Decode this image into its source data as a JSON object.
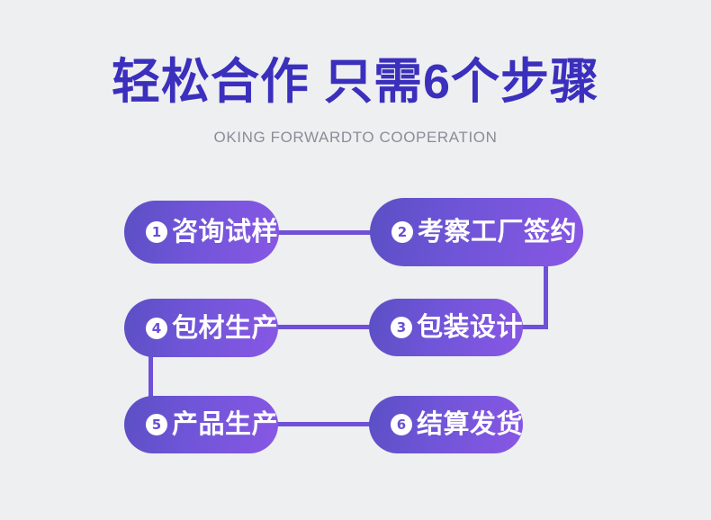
{
  "header": {
    "title": "轻松合作 只需6个步骤",
    "subtitle": "OKING FORWARDTO COOPERATION",
    "title_color": "#3b2fbd",
    "subtitle_color": "#8b8d96"
  },
  "theme": {
    "background": "#eeeff1",
    "pill_gradient_start": "#5b4fc4",
    "pill_gradient_end": "#8857e4",
    "connector_color": "#6e51d6",
    "number_badge_bg": "#ffffff",
    "number_badge_text": "#6b4fd3"
  },
  "steps": [
    {
      "number": "1",
      "label": "咨询试样"
    },
    {
      "number": "2",
      "label": "考察工厂签约"
    },
    {
      "number": "3",
      "label": "包装设计"
    },
    {
      "number": "4",
      "label": "包材生产"
    },
    {
      "number": "5",
      "label": "产品生产"
    },
    {
      "number": "6",
      "label": "结算发货"
    }
  ],
  "connectors": [
    {
      "from": "1",
      "to": "2",
      "orientation": "horizontal"
    },
    {
      "from": "2",
      "to": "3",
      "orientation": "vertical-then-horizontal"
    },
    {
      "from": "3",
      "to": "4",
      "orientation": "horizontal"
    },
    {
      "from": "4",
      "to": "5",
      "orientation": "vertical"
    },
    {
      "from": "5",
      "to": "6",
      "orientation": "horizontal"
    }
  ]
}
